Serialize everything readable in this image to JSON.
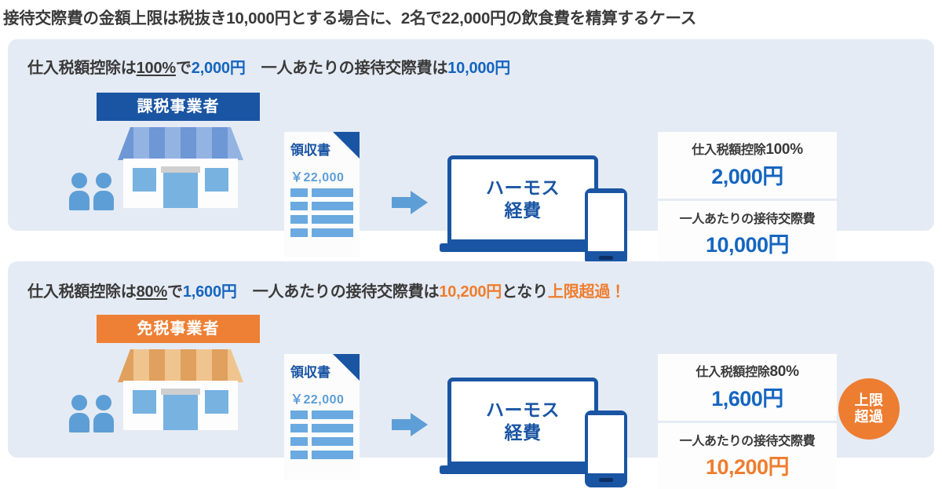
{
  "title": "接待交際費の金額上限は税抜き10,000円とする場合に、2名で22,000円の飲食費を精算するケース",
  "colors": {
    "panel_bg": "#e5ebf4",
    "dark_blue": "#1a55a3",
    "accent_blue": "#1565c0",
    "orange": "#ef7d2e",
    "badge_orange": "#ed8035",
    "light_blue": "#5e9ed6"
  },
  "panels": [
    {
      "header": {
        "part1": "仕入税額控除は",
        "percent": "100%",
        "part2": "で",
        "amount": "2,000円",
        "part3": "一人あたりの接待交際費は",
        "per_person": "10,000円",
        "suffix": "",
        "alert": ""
      },
      "badge": "課税事業者",
      "badge_style": "taxable",
      "awning_style": "blue",
      "receipt": {
        "title": "領収書",
        "amount": "￥22,000"
      },
      "device": {
        "brand_line1": "ハーモス",
        "brand_line2": "経費"
      },
      "cards": [
        {
          "label_text": "仕入税額控除",
          "label_pct": "100%",
          "value": "2,000円",
          "value_style": "blue"
        },
        {
          "label_text": "一人あたりの接待交際費",
          "label_pct": "",
          "value": "10,000円",
          "value_style": "blue"
        }
      ],
      "limit_badge": null
    },
    {
      "header": {
        "part1": "仕入税額控除は",
        "percent": "80%",
        "part2": "で",
        "amount": "1,600円",
        "part3": "一人あたりの接待交際費は",
        "per_person": "10,200円",
        "suffix": "となり",
        "alert": "上限超過！"
      },
      "badge": "免税事業者",
      "badge_style": "exempt",
      "awning_style": "orange",
      "receipt": {
        "title": "領収書",
        "amount": "￥22,000"
      },
      "device": {
        "brand_line1": "ハーモス",
        "brand_line2": "経費"
      },
      "cards": [
        {
          "label_text": "仕入税額控除",
          "label_pct": "80%",
          "value": "1,600円",
          "value_style": "blue"
        },
        {
          "label_text": "一人あたりの接待交際費",
          "label_pct": "",
          "value": "10,200円",
          "value_style": "orange"
        }
      ],
      "limit_badge": {
        "line1": "上限",
        "line2": "超過"
      }
    }
  ]
}
